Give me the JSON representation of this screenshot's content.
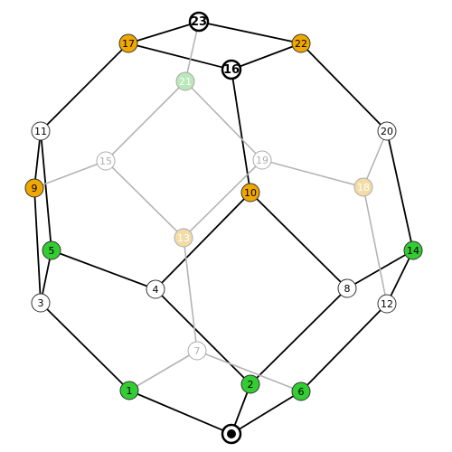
{
  "colors": {
    "front_edge": "#000000",
    "back_edge": "#b4b4b4",
    "white": "#ffffff",
    "green": "#33cc33",
    "orange": "#f0a800",
    "green_faded": "#b9e8b9",
    "orange_faded": "#f3dca6",
    "front_stroke": "#333333",
    "back_stroke": "#aaaaaa"
  },
  "nodes": [
    {
      "id": "0",
      "label": "",
      "style": "start"
    },
    {
      "id": "1",
      "label": "1",
      "style": "green"
    },
    {
      "id": "2",
      "label": "2",
      "style": "green"
    },
    {
      "id": "3",
      "label": "3",
      "style": "white"
    },
    {
      "id": "4",
      "label": "4",
      "style": "white"
    },
    {
      "id": "5",
      "label": "5",
      "style": "green"
    },
    {
      "id": "6",
      "label": "6",
      "style": "green"
    },
    {
      "id": "7",
      "label": "7",
      "style": "back"
    },
    {
      "id": "8",
      "label": "8",
      "style": "white"
    },
    {
      "id": "9",
      "label": "9",
      "style": "orange"
    },
    {
      "id": "10",
      "label": "10",
      "style": "orange"
    },
    {
      "id": "11",
      "label": "11",
      "style": "white"
    },
    {
      "id": "12",
      "label": "12",
      "style": "white"
    },
    {
      "id": "13",
      "label": "13",
      "style": "orange-faded"
    },
    {
      "id": "14",
      "label": "14",
      "style": "green"
    },
    {
      "id": "15",
      "label": "15",
      "style": "back"
    },
    {
      "id": "16",
      "label": "16",
      "style": "bold"
    },
    {
      "id": "17",
      "label": "17",
      "style": "orange"
    },
    {
      "id": "18",
      "label": "18",
      "style": "orange-faded"
    },
    {
      "id": "19",
      "label": "19",
      "style": "back"
    },
    {
      "id": "20",
      "label": "20",
      "style": "white"
    },
    {
      "id": "21",
      "label": "21",
      "style": "green-faded"
    },
    {
      "id": "22",
      "label": "22",
      "style": "orange"
    },
    {
      "id": "23",
      "label": "23",
      "style": "bold"
    }
  ],
  "edges": [
    [
      "0",
      "1",
      "front"
    ],
    [
      "0",
      "2",
      "front"
    ],
    [
      "0",
      "6",
      "front"
    ],
    [
      "1",
      "3",
      "front"
    ],
    [
      "3",
      "5",
      "front"
    ],
    [
      "3",
      "9",
      "front"
    ],
    [
      "5",
      "4",
      "front"
    ],
    [
      "5",
      "11",
      "front"
    ],
    [
      "9",
      "11",
      "front"
    ],
    [
      "11",
      "17",
      "front"
    ],
    [
      "17",
      "23",
      "front"
    ],
    [
      "17",
      "16",
      "front"
    ],
    [
      "23",
      "22",
      "front"
    ],
    [
      "16",
      "22",
      "front"
    ],
    [
      "16",
      "10",
      "front"
    ],
    [
      "22",
      "20",
      "front"
    ],
    [
      "20",
      "14",
      "front"
    ],
    [
      "14",
      "8",
      "front"
    ],
    [
      "14",
      "12",
      "front"
    ],
    [
      "12",
      "6",
      "front"
    ],
    [
      "8",
      "10",
      "front"
    ],
    [
      "8",
      "2",
      "front"
    ],
    [
      "4",
      "10",
      "front"
    ],
    [
      "4",
      "2",
      "front"
    ],
    [
      "1",
      "7",
      "back"
    ],
    [
      "7",
      "6",
      "back"
    ],
    [
      "7",
      "13",
      "back"
    ],
    [
      "13",
      "15",
      "back"
    ],
    [
      "13",
      "19",
      "back"
    ],
    [
      "15",
      "9",
      "back"
    ],
    [
      "15",
      "21",
      "back"
    ],
    [
      "21",
      "23",
      "back"
    ],
    [
      "21",
      "19",
      "back"
    ],
    [
      "19",
      "18",
      "back"
    ],
    [
      "18",
      "20",
      "back"
    ],
    [
      "18",
      "12",
      "back"
    ]
  ]
}
